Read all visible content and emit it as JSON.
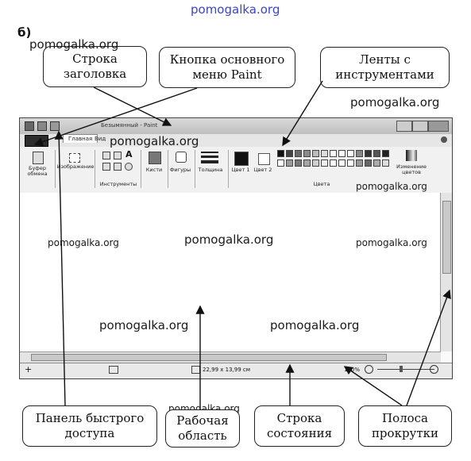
{
  "figure_label": "б)",
  "watermark": "pomogalka.org",
  "callouts": {
    "title_bar": "Строка заголовка",
    "main_menu_button": "Кнопка основного меню Paint",
    "ribbons": "Ленты с инструментами",
    "quick_access": "Панель быстрого доступа",
    "work_area": "Рабочая область",
    "status_bar": "Строка состояния",
    "scrollbar": "Полоса прокрутки"
  },
  "window": {
    "title": "Безымянный - Paint",
    "tabs": [
      "Главная",
      "Вид"
    ],
    "ribbon": {
      "clipboard": "Буфер обмена",
      "image": "Изображение",
      "tools": "Инструменты",
      "brushes": "Кисти",
      "shapes": "Фигуры",
      "thickness": "Толщина",
      "color1": "Цвет 1",
      "color2": "Цвет 2",
      "colors": "Цвета",
      "edit_colors": "Изменение цветов"
    },
    "status": {
      "size": "22,99 x 13,99 см",
      "zoom": "100%"
    }
  },
  "colors": {
    "palette": [
      "#111111",
      "#444444",
      "#6a6a6a",
      "#8a8a8a",
      "#bbbbbb",
      "#dddddd",
      "#ffffff",
      "#ffffff",
      "#ffffff",
      "#888888",
      "#333333",
      "#555555",
      "#222222",
      "#ffffff",
      "#9a9a9a",
      "#777777",
      "#a5a5a5",
      "#cfcfcf",
      "#eeeeee",
      "#ffffff",
      "#ffffff",
      "#ffffff",
      "#999999",
      "#666666",
      "#aaaaaa",
      "#dddddd"
    ]
  }
}
